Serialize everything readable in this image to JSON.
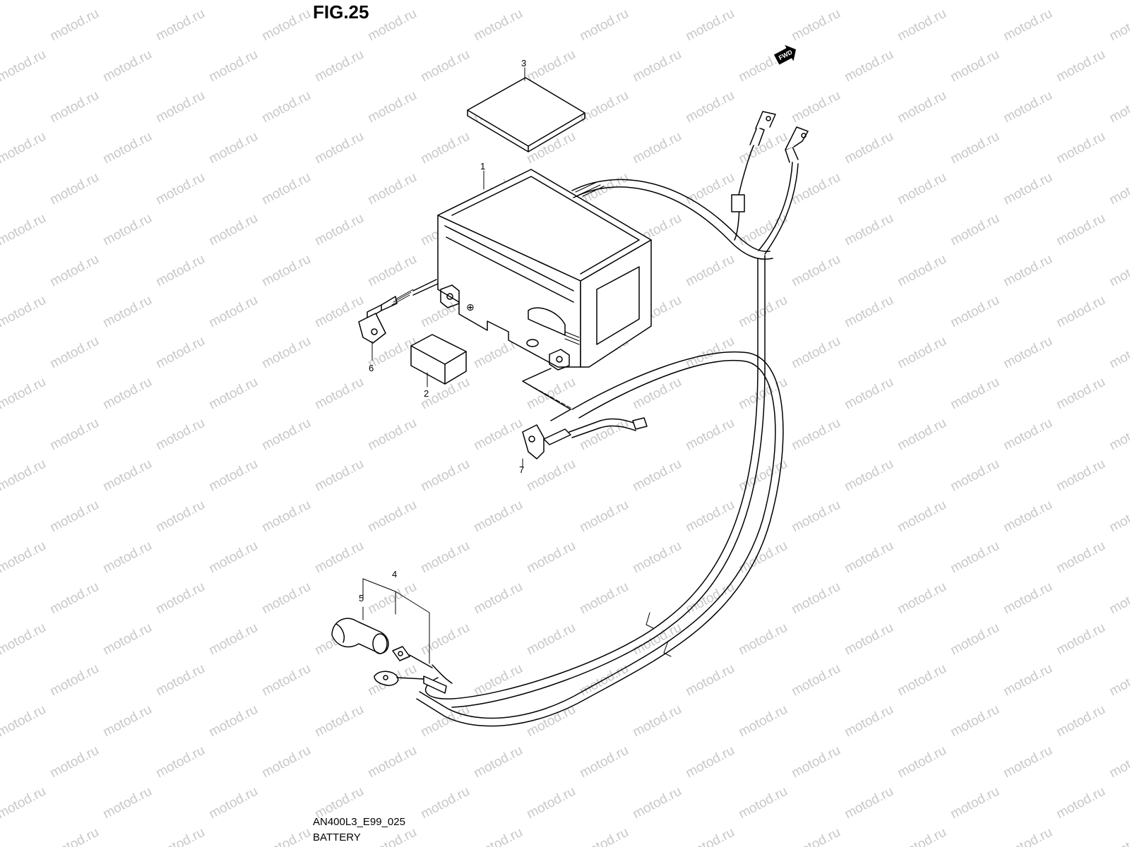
{
  "figure": {
    "title": "FIG.25",
    "drawing_code": "AN400L3_E99_025",
    "drawing_name": "BATTERY"
  },
  "watermark": {
    "text": "motod.ru",
    "color": "#c8c8c8"
  },
  "direction_badge": {
    "label": "FWD"
  },
  "callouts": [
    {
      "id": "callout-1",
      "label": "1"
    },
    {
      "id": "callout-2",
      "label": "2"
    },
    {
      "id": "callout-3",
      "label": "3"
    },
    {
      "id": "callout-4",
      "label": "4"
    },
    {
      "id": "callout-5",
      "label": "5"
    },
    {
      "id": "callout-6",
      "label": "6"
    },
    {
      "id": "callout-7",
      "label": "7"
    }
  ],
  "colors": {
    "line": "#000000",
    "background": "#ffffff"
  }
}
